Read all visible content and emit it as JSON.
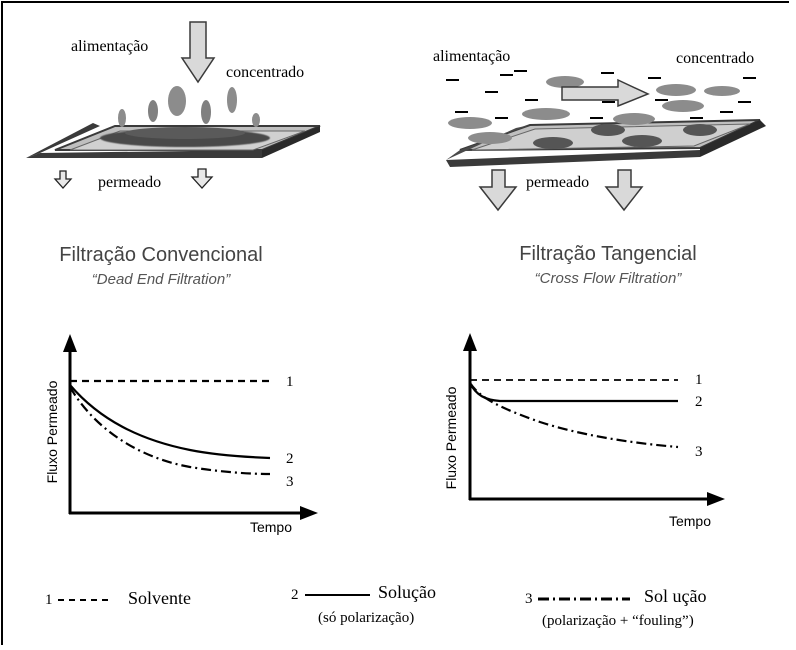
{
  "conventional": {
    "feed_label": "alimentação",
    "concentrate_label": "concentrado",
    "permeate_label": "permeado",
    "title": "Filtração Convencional",
    "subtitle": "“Dead End Filtration”"
  },
  "tangential": {
    "feed_label": "alimentação",
    "concentrate_label": "concentrado",
    "permeate_label": "permeado",
    "title": "Filtração Tangencial",
    "subtitle": "“Cross Flow Filtration”"
  },
  "chart_data": [
    {
      "type": "line",
      "ylabel": "Fluxo Permeado",
      "xlabel": "Tempo",
      "series": [
        {
          "name": "1",
          "style": "dashed",
          "shape": "constant"
        },
        {
          "name": "2",
          "style": "solid",
          "shape": "decays to a plateau"
        },
        {
          "name": "3",
          "style": "dash-dot",
          "shape": "decays slightly below curve 2"
        }
      ]
    },
    {
      "type": "line",
      "ylabel": "Fluxo Permeado",
      "xlabel": "Tempo",
      "series": [
        {
          "name": "1",
          "style": "dashed",
          "shape": "constant"
        },
        {
          "name": "2",
          "style": "solid",
          "shape": "quick drop then constant"
        },
        {
          "name": "3",
          "style": "dash-dot",
          "shape": "continues to decline"
        }
      ]
    }
  ],
  "legend": {
    "item1_num": "1",
    "item1_label": "Solvente",
    "item2_num": "2",
    "item2_label": "Solução",
    "item2_note": "(só polarização)",
    "item3_num": "3",
    "item3_label": "Sol ução",
    "item3_note": "(polarização + “fouling”)"
  },
  "colors": {
    "ink": "#000000",
    "membrane_face": "#bfbfbf",
    "membrane_edge": "#3a3a3a",
    "particle_light": "#8c8c8c",
    "particle_dark": "#555555",
    "arrow_fill": "#d9d9d9",
    "title_gray": "#444444",
    "subtitle_gray": "#555555"
  }
}
